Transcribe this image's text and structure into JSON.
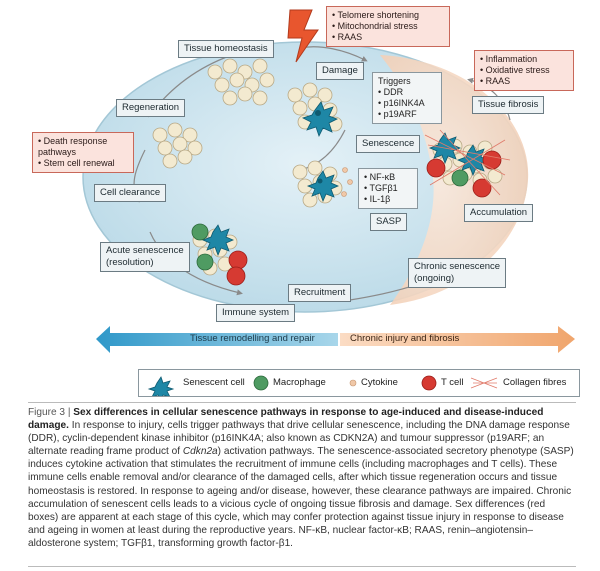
{
  "diagram": {
    "center_labels": {
      "tissue_homeostasis": "Tissue homeostasis",
      "damage": "Damage",
      "regeneration": "Regeneration",
      "senescence": "Senescence",
      "cell_clearance": "Cell clearance",
      "sasp": "SASP",
      "acute_senescence": "Acute senescence\n(resolution)",
      "recruitment": "Recruitment",
      "immune_system": "Immune system",
      "tissue_fibrosis": "Tissue fibrosis",
      "accumulation": "Accumulation",
      "chronic_senescence": "Chronic senescence\n(ongoing)"
    },
    "damage_causes": [
      "Telomere shortening",
      "Mitochondrial stress",
      "RAAS"
    ],
    "fibrosis_causes": [
      "Inflammation",
      "Oxidative stress",
      "RAAS"
    ],
    "clearance_notes": [
      "Death response pathways",
      "Stem cell renewal"
    ],
    "triggers": {
      "title": "Triggers",
      "items": [
        "DDR",
        "p16INK4A",
        "p19ARF"
      ]
    },
    "sasp_factors": [
      "NF-κB",
      "TGFβ1",
      "IL-1β"
    ],
    "arrows": {
      "left": "Tissue remodelling and repair",
      "right": "Chronic injury and fibrosis"
    },
    "legend": [
      "Senescent cell",
      "Macrophage",
      "Cytokine",
      "T cell",
      "Collagen fibres"
    ],
    "colors": {
      "circle_fill": "#cfe6f0",
      "circle_edge": "#9ec3d4",
      "fibrosis_fill": "#f6dcc9",
      "red_box": "#fbe3dd",
      "senescent": "#1e87a6",
      "macrophage": "#4f9b62",
      "tcell": "#d63a32",
      "left_arrow": "#4aa5cf",
      "right_arrow": "#f0a56c"
    }
  },
  "caption": {
    "figure": "Figure 3 |",
    "title": "Sex differences in cellular senescence pathways in response to age-induced and disease-induced damage.",
    "body_1": "In response to injury, cells trigger pathways that drive cellular senescence, including the DNA damage response (DDR), cyclin-dependent kinase inhibitor (p16INK4A; also known as CDKN2A) and tumour suppressor (p19ARF; an alternate reading frame product of ",
    "gene": "Cdkn2a",
    "body_2": ") activation pathways. The senescence-associated secretory phenotype (SASP) induces cytokine activation that stimulates the recruitment of immune cells (including macrophages and T cells). These immune cells enable removal and/or clearance of the damaged cells, after which tissue regeneration occurs and tissue homeostasis is restored. In response to ageing and/or disease, however, these clearance pathways are impaired. Chronic accumulation of senescent cells leads to a vicious cycle of ongoing tissue fibrosis and damage. Sex differences (red boxes) are apparent at each stage of this cycle, which may confer protection against tissue injury in response to disease and ageing in women at least during the reproductive years. NF-κB, nuclear factor-κB; RAAS, renin–angiotensin–aldosterone system; TGFβ1, transforming growth factor-β1."
  }
}
